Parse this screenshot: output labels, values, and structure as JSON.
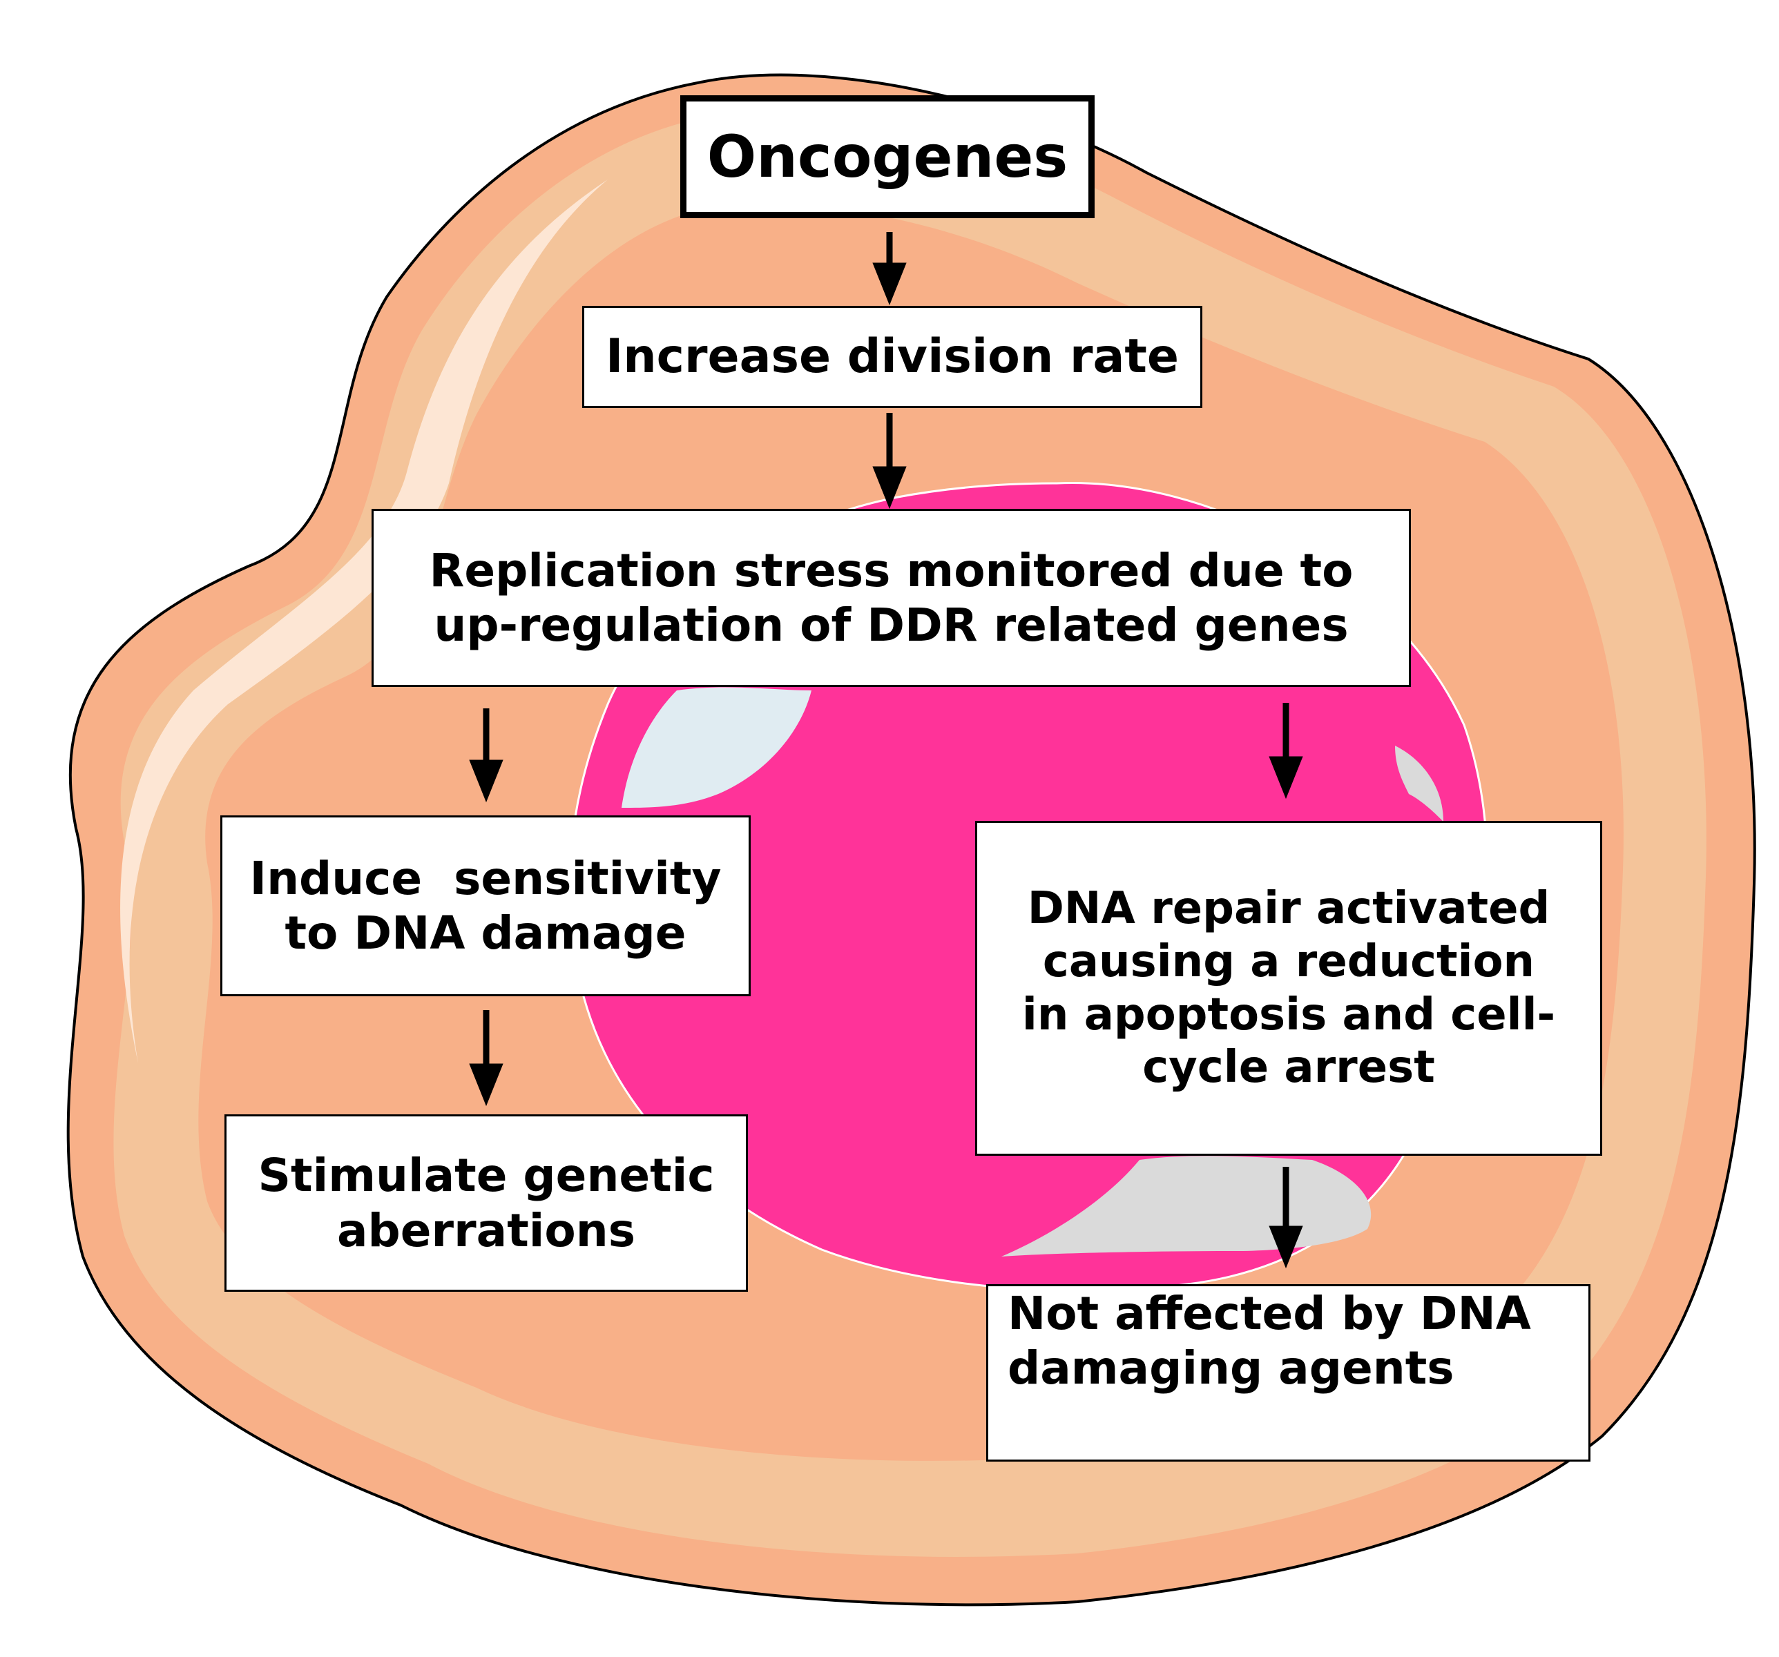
{
  "colors": {
    "cell_outer": "#f8b088",
    "cell_inner_light": "#f4c49a",
    "cell_highlight": "#fde6d4",
    "nucleus": "#ff3399",
    "nucleus_blue_patch": "#e0ecf2",
    "nucleus_gray_patch": "#dadada",
    "arrow": "#000000"
  },
  "nodes": {
    "oncogenes": "Oncogenes",
    "division": "Increase division rate",
    "replication": [
      "Replication stress monitored due to",
      "up-regulation of DDR related genes"
    ],
    "induce": [
      "Induce  sensitivity",
      "to DNA damage"
    ],
    "stimulate": [
      "Stimulate genetic",
      "aberrations"
    ],
    "repair": [
      "DNA repair activated",
      "causing a reduction",
      "in apoptosis and cell-",
      "cycle arrest"
    ],
    "not_affected": [
      "Not affected by DNA",
      "damaging agents"
    ]
  }
}
